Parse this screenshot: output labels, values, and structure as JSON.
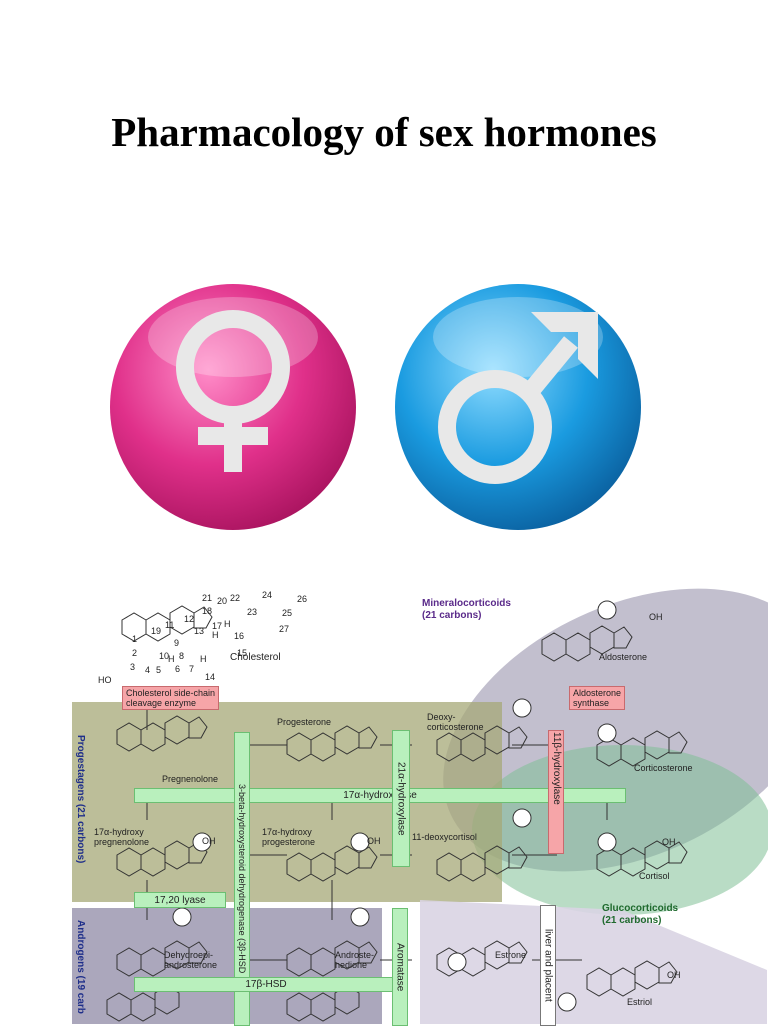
{
  "title": "Pharmacology of sex hormones",
  "symbols": {
    "female": {
      "icon": "venus-symbol-icon",
      "color": "#e0308a"
    },
    "male": {
      "icon": "mars-symbol-icon",
      "color": "#1a9be0"
    }
  },
  "diagram": {
    "groups": {
      "mineralocorticoids": "Mineralocorticoids\n(21 carbons)",
      "glucocorticoids": "Glucocorticoids\n(21 carbons)",
      "progestagens": "Progestagens (21 carbons)",
      "androgens": "Androgens (19 carb"
    },
    "compounds": {
      "cholesterol": "Cholesterol",
      "ho": "HO",
      "pregnenolone": "Pregnenolone",
      "progesterone": "Progesterone",
      "deoxycorticosterone": "Deoxy-\ncorticosterone",
      "aldosterone": "Aldosterone",
      "corticosterone": "Corticosterone",
      "hydroxypregnenolone": "17α-hydroxy\npregnenolone",
      "hydroxyprogesterone": "17α-hydroxy\nprogesterone",
      "deoxycortisol": "11-deoxycortisol",
      "cortisol": "Cortisol",
      "dhea": "Dehydroepi-\nandrosterone",
      "androstenedione": "Androste-\nnedione",
      "estrone": "Estrone",
      "estriol": "Estriol",
      "oh": "OH"
    },
    "enzymes": {
      "side_chain": "Cholesterol side-chain\ncleavage enzyme",
      "aldosterone_synthase": "Aldosterone\nsynthase",
      "hsd3b": "3-beta-hydroxysteroid dehydrogenase (3β-HSD",
      "hydroxylase17": "17α-hydroxylase",
      "hydroxylase21": "21α-hydroxylase",
      "hydroxylase11": "11β-hydroxylase",
      "lyase": "17,20 lyase",
      "hsd17b": "17β-HSD",
      "aromatase": "Aromatase",
      "liver": "liver and placent"
    },
    "numbering": [
      "1",
      "2",
      "3",
      "4",
      "5",
      "6",
      "7",
      "8",
      "9",
      "10",
      "11",
      "12",
      "13",
      "14",
      "15",
      "16",
      "17",
      "18",
      "19",
      "20",
      "21",
      "22",
      "23",
      "24",
      "25",
      "26",
      "27",
      "H"
    ]
  }
}
